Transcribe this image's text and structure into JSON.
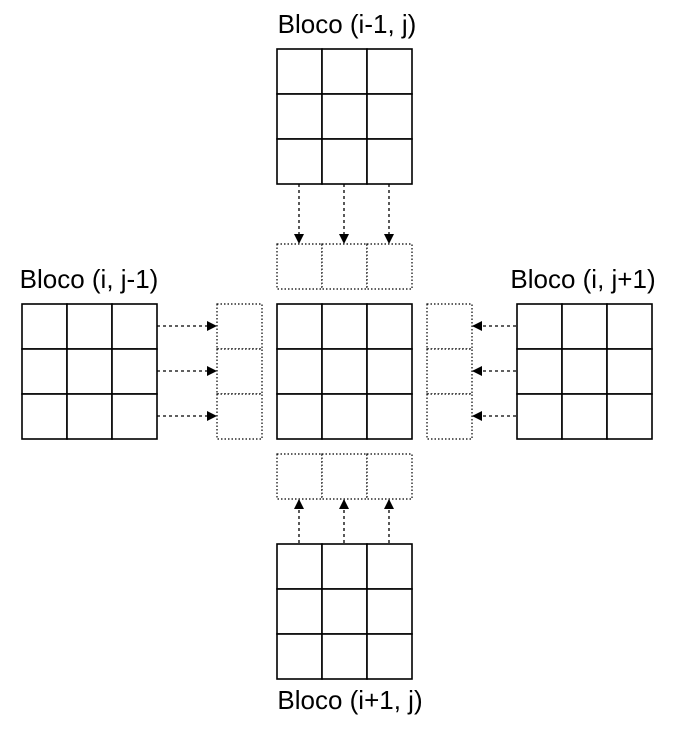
{
  "labels": {
    "top": "Bloco (i-1, j)",
    "left": "Bloco (i, j-1)",
    "right": "Bloco (i, j+1)",
    "bottom": "Bloco (i+1, j)"
  }
}
